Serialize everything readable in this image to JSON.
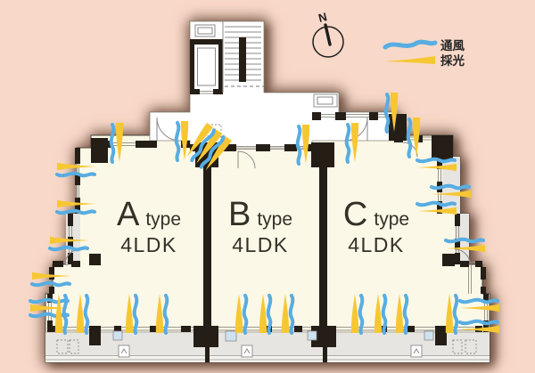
{
  "legend": {
    "items": [
      {
        "id": "ventilation",
        "label": "通風"
      },
      {
        "id": "daylight",
        "label": "採光"
      }
    ]
  },
  "compass": {
    "north_label": "N"
  },
  "units": [
    {
      "id": "unit-a",
      "letter": "A",
      "type_word": "type",
      "layout": "4LDK"
    },
    {
      "id": "unit-b",
      "letter": "B",
      "type_word": "type",
      "layout": "4LDK"
    },
    {
      "id": "unit-c",
      "letter": "C",
      "type_word": "type",
      "layout": "4LDK"
    }
  ],
  "colors": {
    "bg": "#f8d8c8",
    "vent": "#58ade2",
    "light": "#f7c733",
    "wall": "#241e17",
    "cream": "#fcf8e7",
    "gray": "#e7e5e1"
  }
}
